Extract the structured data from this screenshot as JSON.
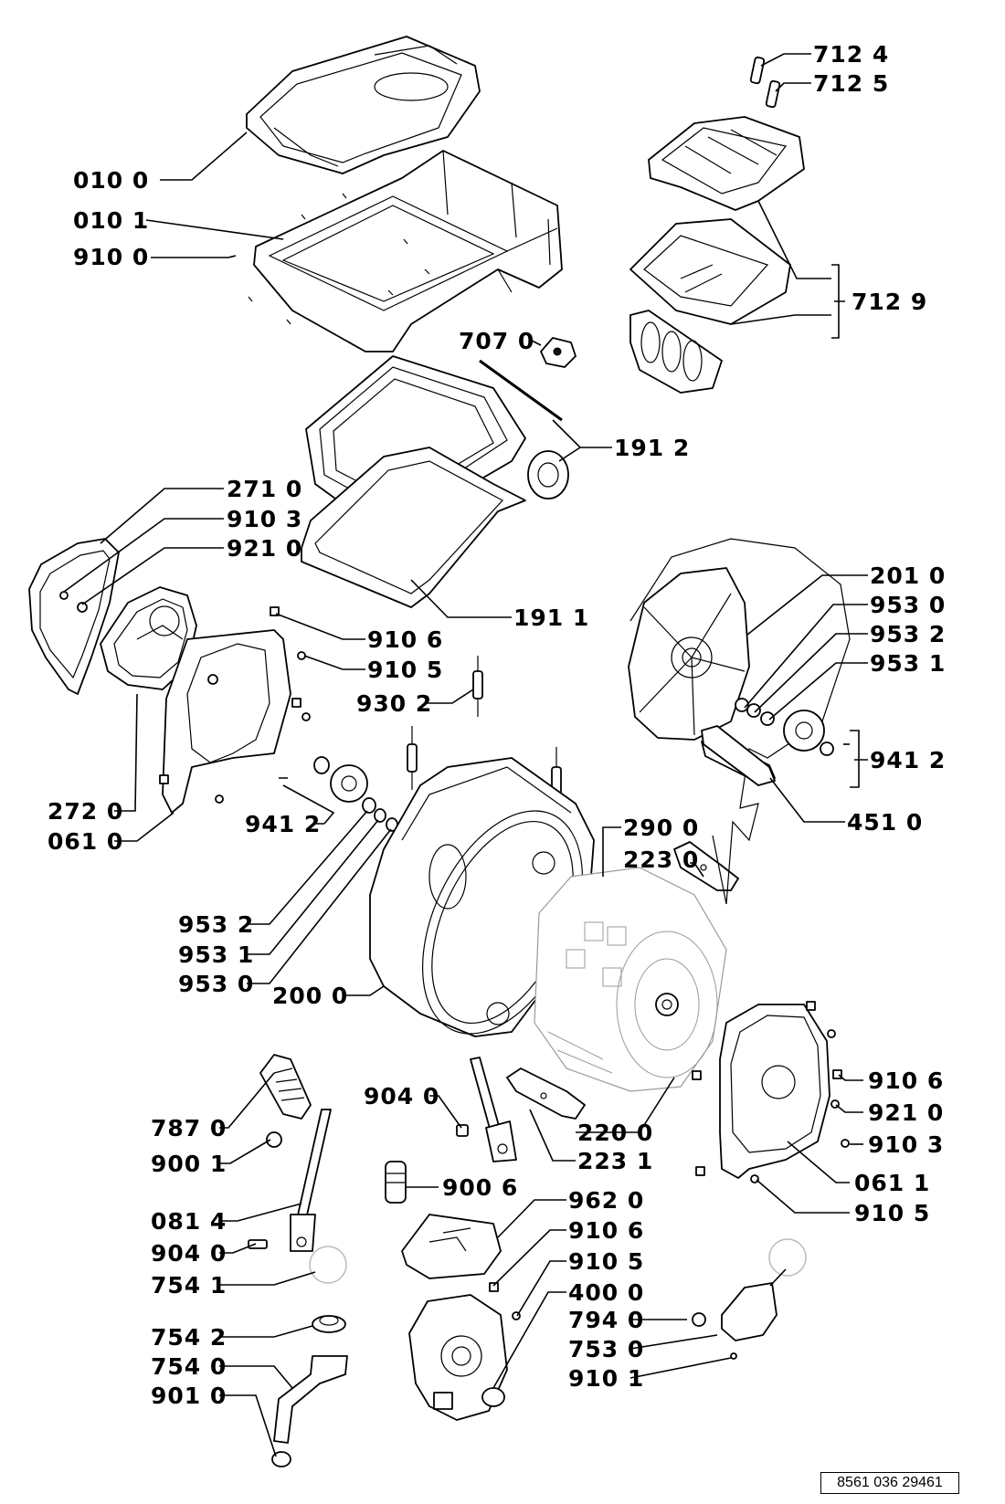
{
  "labels": [
    {
      "id": "c0100",
      "text": "010 0"
    },
    {
      "id": "c0101",
      "text": "010 1"
    },
    {
      "id": "c9100a",
      "text": "910 0"
    },
    {
      "id": "c7124",
      "text": "712 4"
    },
    {
      "id": "c7125",
      "text": "712 5"
    },
    {
      "id": "c7129",
      "text": "712 9"
    },
    {
      "id": "c7070",
      "text": "707 0"
    },
    {
      "id": "c1912",
      "text": "191 2"
    },
    {
      "id": "c2710",
      "text": "271 0"
    },
    {
      "id": "c9103a",
      "text": "910 3"
    },
    {
      "id": "c9210a",
      "text": "921 0"
    },
    {
      "id": "c1911",
      "text": "191 1"
    },
    {
      "id": "c9106a",
      "text": "910 6"
    },
    {
      "id": "c9105a",
      "text": "910 5"
    },
    {
      "id": "c9302",
      "text": "930 2"
    },
    {
      "id": "c2010",
      "text": "201 0"
    },
    {
      "id": "c9530a",
      "text": "953 0"
    },
    {
      "id": "c9532a",
      "text": "953 2"
    },
    {
      "id": "c9531a",
      "text": "953 1"
    },
    {
      "id": "c9412a",
      "text": "941 2"
    },
    {
      "id": "c4510",
      "text": "451 0"
    },
    {
      "id": "c2720",
      "text": "272 0"
    },
    {
      "id": "c0610",
      "text": "061 0"
    },
    {
      "id": "c9412b",
      "text": "941 2"
    },
    {
      "id": "c2900",
      "text": "290 0"
    },
    {
      "id": "c2230",
      "text": "223 0"
    },
    {
      "id": "c9532b",
      "text": "953 2"
    },
    {
      "id": "c9531b",
      "text": "953 1"
    },
    {
      "id": "c9530b",
      "text": "953 0"
    },
    {
      "id": "c2000",
      "text": "200 0"
    },
    {
      "id": "c9106b",
      "text": "910 6"
    },
    {
      "id": "c9210b",
      "text": "921 0"
    },
    {
      "id": "c9103b",
      "text": "910 3"
    },
    {
      "id": "c0611",
      "text": "061 1"
    },
    {
      "id": "c9105b",
      "text": "910 5"
    },
    {
      "id": "c9040a",
      "text": "904 0"
    },
    {
      "id": "c2200",
      "text": "220 0"
    },
    {
      "id": "c2231",
      "text": "223 1"
    },
    {
      "id": "c7870",
      "text": "787 0"
    },
    {
      "id": "c9001",
      "text": "900 1"
    },
    {
      "id": "c9006",
      "text": "900 6"
    },
    {
      "id": "c9620",
      "text": "962 0"
    },
    {
      "id": "c0814",
      "text": "081 4"
    },
    {
      "id": "c9106c",
      "text": "910 6"
    },
    {
      "id": "c9040b",
      "text": "904 0"
    },
    {
      "id": "c9105c",
      "text": "910 5"
    },
    {
      "id": "c7541",
      "text": "754 1"
    },
    {
      "id": "c4000",
      "text": "400 0"
    },
    {
      "id": "c7542",
      "text": "754 2"
    },
    {
      "id": "c7940",
      "text": "794 0"
    },
    {
      "id": "c7540",
      "text": "754 0"
    },
    {
      "id": "c7530",
      "text": "753 0"
    },
    {
      "id": "c9101",
      "text": "910 1"
    },
    {
      "id": "c9010",
      "text": "901 0"
    }
  ],
  "document_number": "8561 036 29461"
}
